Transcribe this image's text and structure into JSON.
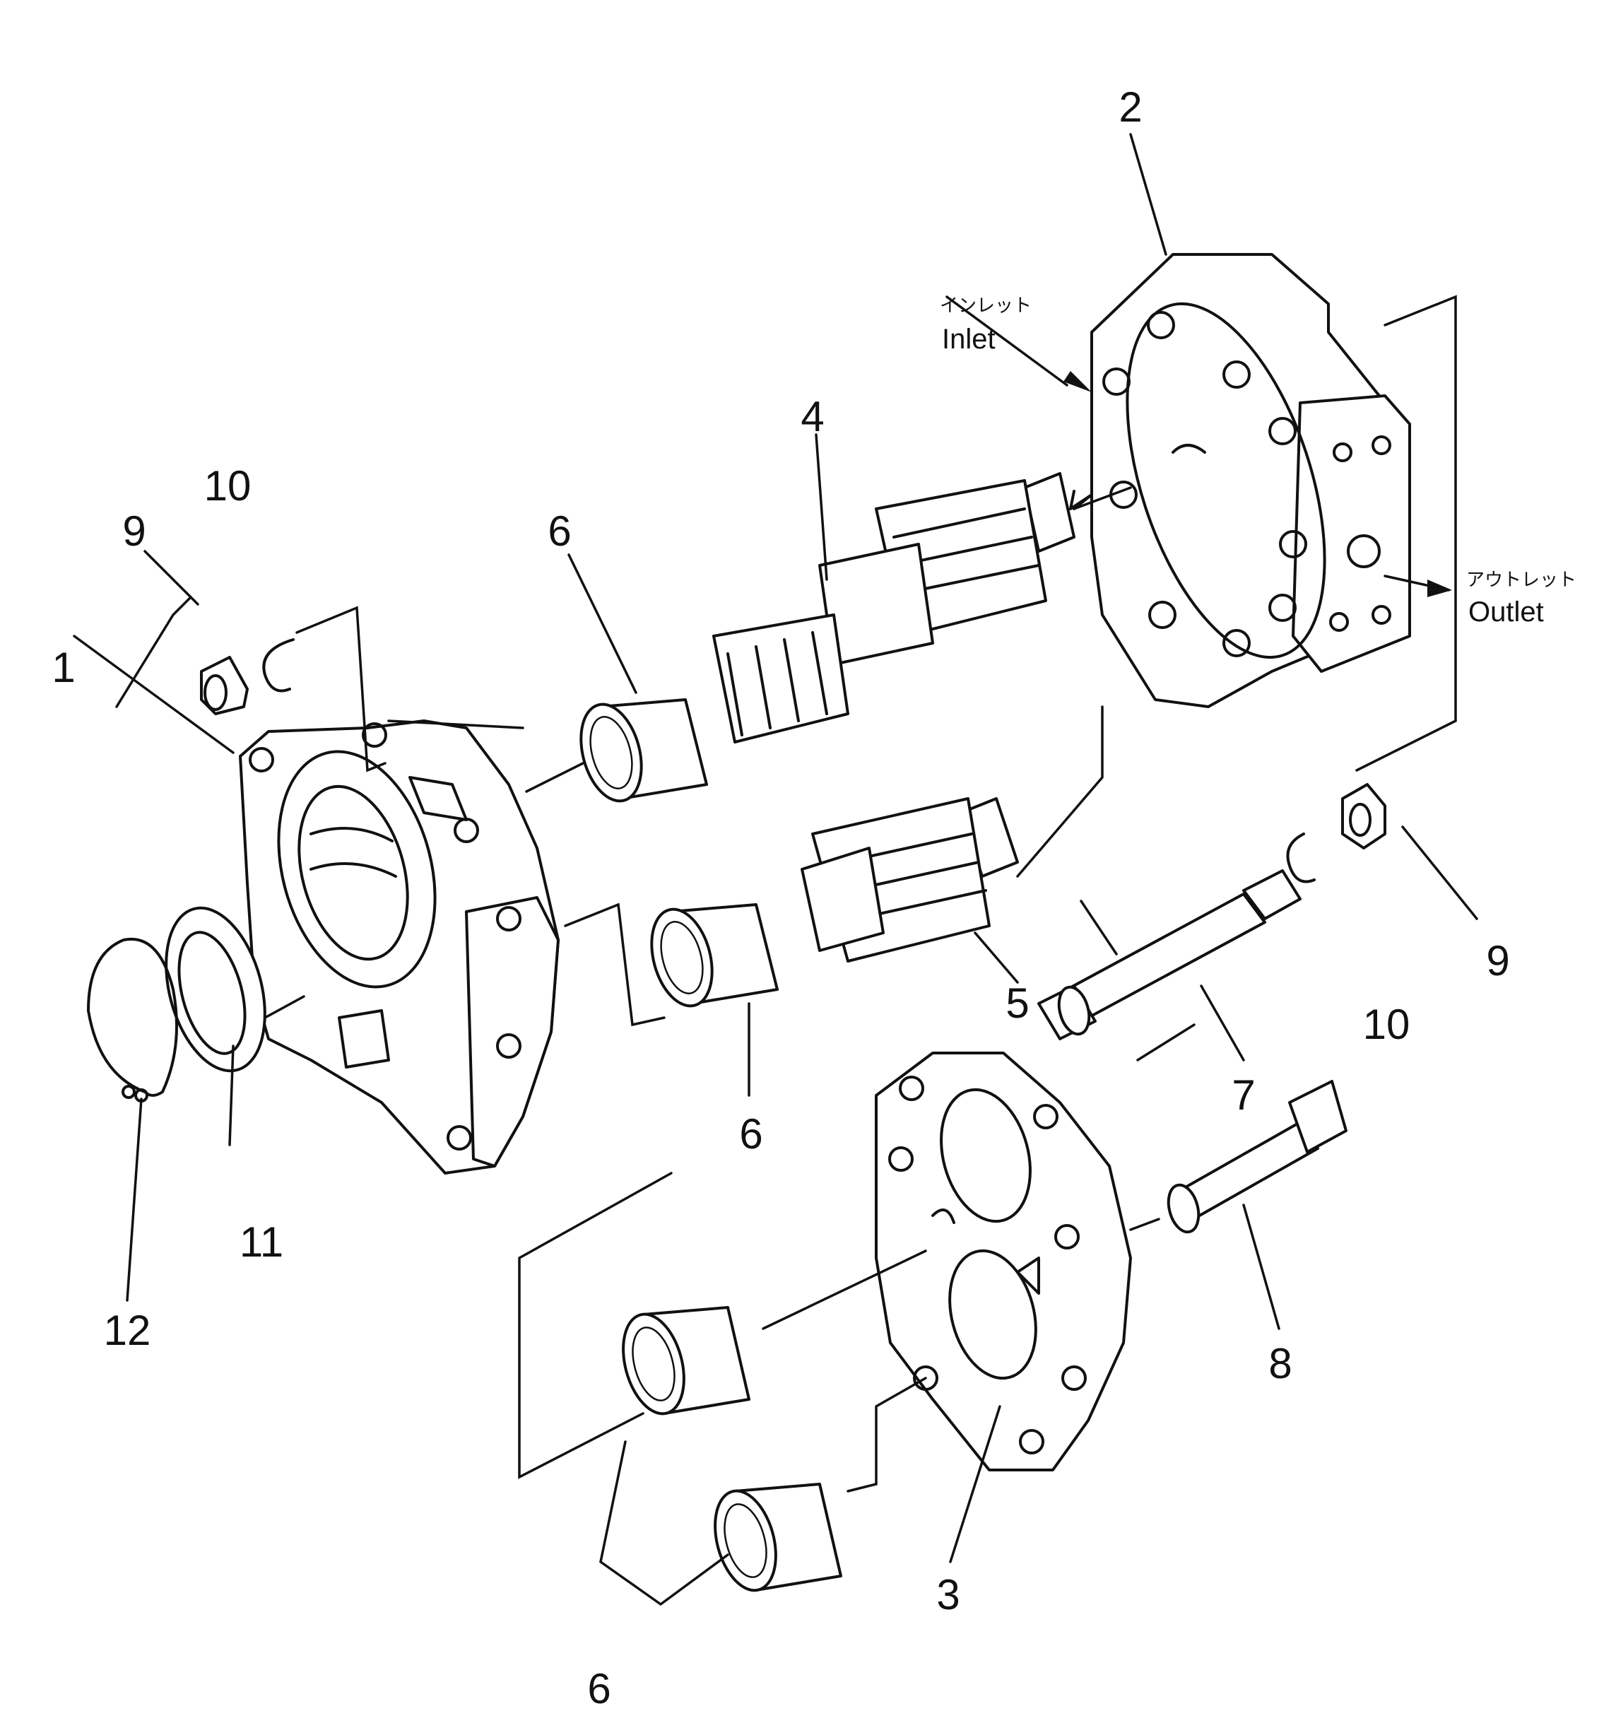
{
  "diagram": {
    "labels": {
      "p1": "1",
      "p2": "2",
      "p3": "3",
      "p4": "4",
      "p5": "5",
      "p6a": "6",
      "p6b": "6",
      "p6c": "6",
      "p7": "7",
      "p8": "8",
      "p9a": "9",
      "p9b": "9",
      "p10a": "10",
      "p10b": "10",
      "p11": "11",
      "p12": "12"
    },
    "ports": {
      "inlet_jp": "インレット",
      "inlet_en": "Inlet",
      "outlet_jp": "アウトレット",
      "outlet_en": "Outlet"
    }
  }
}
